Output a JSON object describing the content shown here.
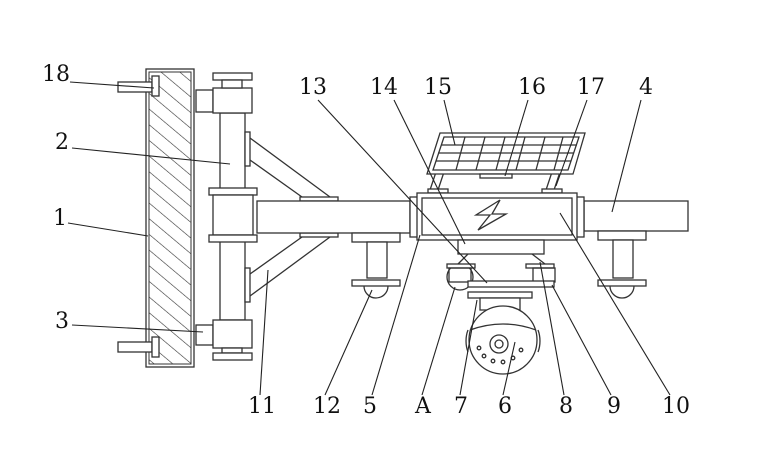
{
  "figure": {
    "labels": {
      "l18": "18",
      "l2": "2",
      "l1": "1",
      "l3": "3",
      "l13": "13",
      "l14": "14",
      "l15": "15",
      "l16": "16",
      "l17": "17",
      "l4": "4",
      "l11": "11",
      "l12": "12",
      "l5": "5",
      "lA": "A",
      "l7": "7",
      "l6": "6",
      "l8": "8",
      "l9": "9",
      "l10": "10"
    },
    "colors": {
      "line": "#333333",
      "background": "#ffffff"
    }
  }
}
